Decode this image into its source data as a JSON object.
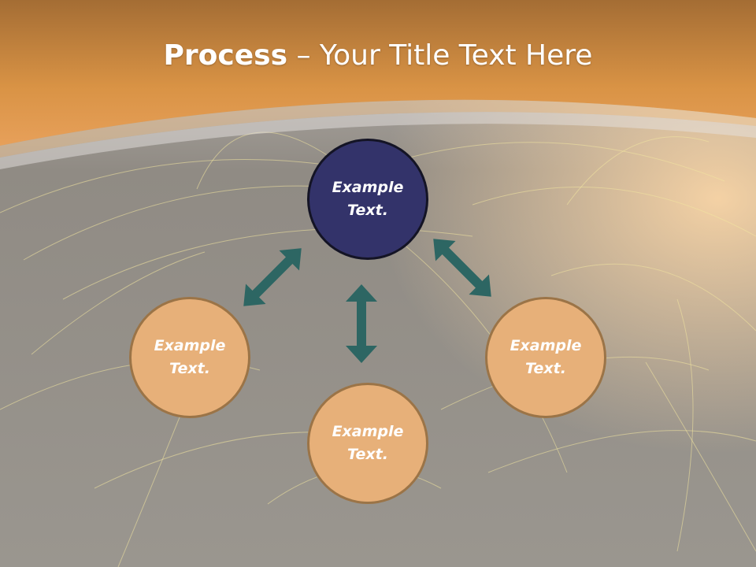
{
  "title": {
    "bold": "Process",
    "rest": " – Your Title Text Here"
  },
  "nodes": {
    "top": "Example Text.",
    "left": "Example Text.",
    "right": "Example Text.",
    "bottom": "Example Text."
  },
  "colors": {
    "header": "#d99345",
    "center_fill": "#33336a",
    "center_border": "#141425",
    "node_fill": "#e7b079",
    "node_border": "#9b7447",
    "arrow": "#2d6663"
  }
}
